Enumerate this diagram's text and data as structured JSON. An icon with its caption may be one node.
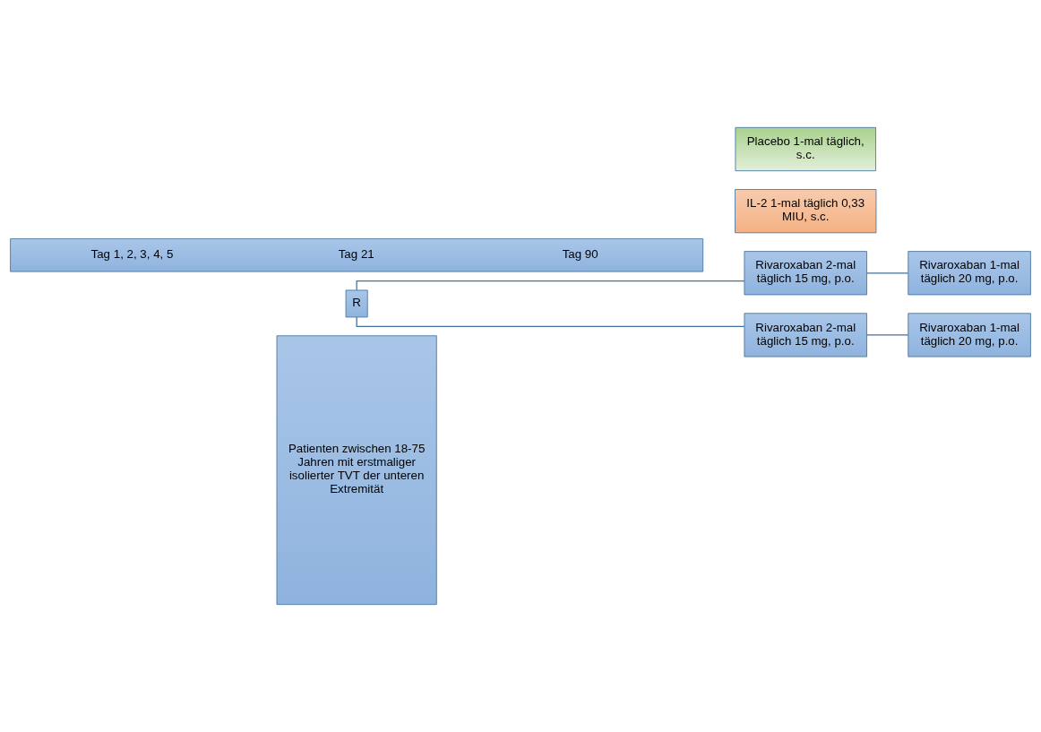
{
  "diagram": {
    "nodes": [
      {
        "text": [
          "Patienten zwischen 18-75 Jahren mit erstmaliger isolierter TVT der unteren Extremität"
        ]
      },
      {
        "text": [
          "R"
        ]
      },
      {
        "text": [
          "Rivaroxaban 2-mal täglich 15 mg, p.o."
        ]
      },
      {
        "text": [
          "Rivaroxaban 1-mal täglich 20 mg, p.o."
        ]
      },
      {
        "text": [
          "IL-2 1-mal täglich 0,33 MIU, s.c."
        ]
      },
      {
        "text": [
          "Rivaroxaban 2-mal täglich 15 mg, p.o."
        ]
      },
      {
        "text": [
          "Rivaroxaban 1-mal täglich 20 mg, p.o."
        ]
      },
      {
        "text": [
          "Placebo 1-mal täglich, s.c."
        ]
      },
      {
        "text": [
          "Tag 1, 2, 3, 4, 5",
          "Tag 21",
          "Tag 90"
        ]
      }
    ],
    "edges": [
      {
        "from": 1,
        "to": 2,
        "arrow": "none"
      },
      {
        "from": 1,
        "to": 5,
        "arrow": "none"
      },
      {
        "from": 2,
        "to": 3,
        "arrow": "none"
      },
      {
        "from": 5,
        "to": 6,
        "arrow": "none"
      }
    ]
  }
}
